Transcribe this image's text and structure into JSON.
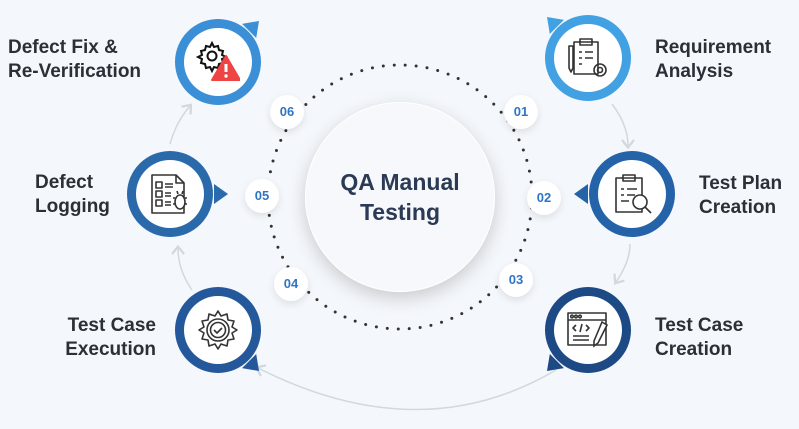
{
  "title": "QA Manual Testing",
  "title_lines": [
    "QA Manual",
    "Testing"
  ],
  "steps": [
    {
      "number": "01",
      "lines": [
        "Requirement",
        "Analysis"
      ],
      "icon": "clipboard-gear-icon",
      "color": "#42a1e3"
    },
    {
      "number": "02",
      "lines": [
        "Test Plan",
        "Creation"
      ],
      "icon": "clipboard-search-icon",
      "color": "#2563a8"
    },
    {
      "number": "03",
      "lines": [
        "Test Case",
        "Creation"
      ],
      "icon": "code-window-pen-icon",
      "color": "#1d4a85"
    },
    {
      "number": "04",
      "lines": [
        "Test Case",
        "Execution"
      ],
      "icon": "gear-check-icon",
      "color": "#24589a"
    },
    {
      "number": "05",
      "lines": [
        "Defect",
        "Logging"
      ],
      "icon": "checklist-bug-icon",
      "color": "#2a6aab"
    },
    {
      "number": "06",
      "lines": [
        "Defect Fix &",
        "Re-Verification"
      ],
      "icon": "gear-warning-icon",
      "color": "#3b8fd6"
    }
  ]
}
